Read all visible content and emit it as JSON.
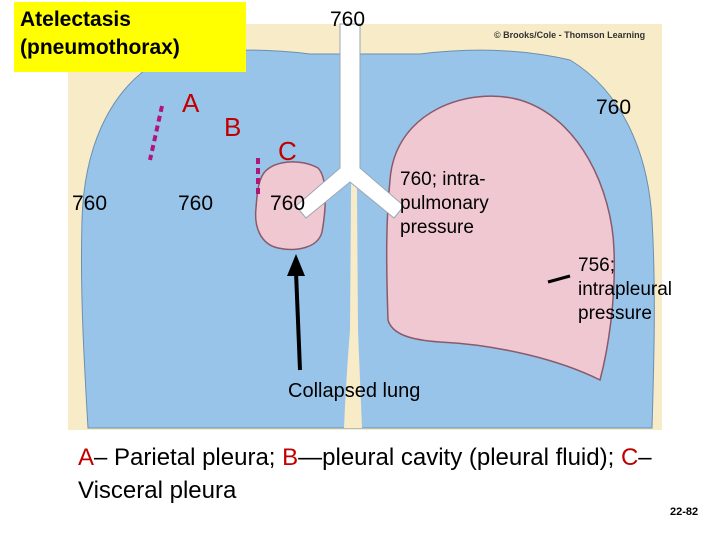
{
  "title": "Atelectasis\n(pneumothorax)",
  "copyright": "© Brooks/Cole - Thomson Learning",
  "labels": {
    "top_pressure": "760",
    "right_pressure": "760",
    "left_outer": "760",
    "left_middle": "760",
    "collapsed": "760",
    "intrapulmonary": "760; intra-\npulmonary\npressure",
    "intrapleural": "756;\nintrapleural\npressure",
    "collapsed_lung": "Collapsed lung",
    "letter_a": "A",
    "letter_b": "B",
    "letter_c": "C"
  },
  "legend": {
    "a_key": "A",
    "a_text": "– Parietal pleura; ",
    "b_key": "B",
    "b_text": "—pleural cavity (pleural fluid); ",
    "c_key": "C",
    "c_text": "– Visceral pleura"
  },
  "slide_number": "22-82",
  "colors": {
    "panel": "#f7ebc8",
    "pleura_blue": "#99c4ea",
    "lung_pink": "#efc8d2",
    "highlight": "#ffff00",
    "key_red": "#c00000"
  }
}
